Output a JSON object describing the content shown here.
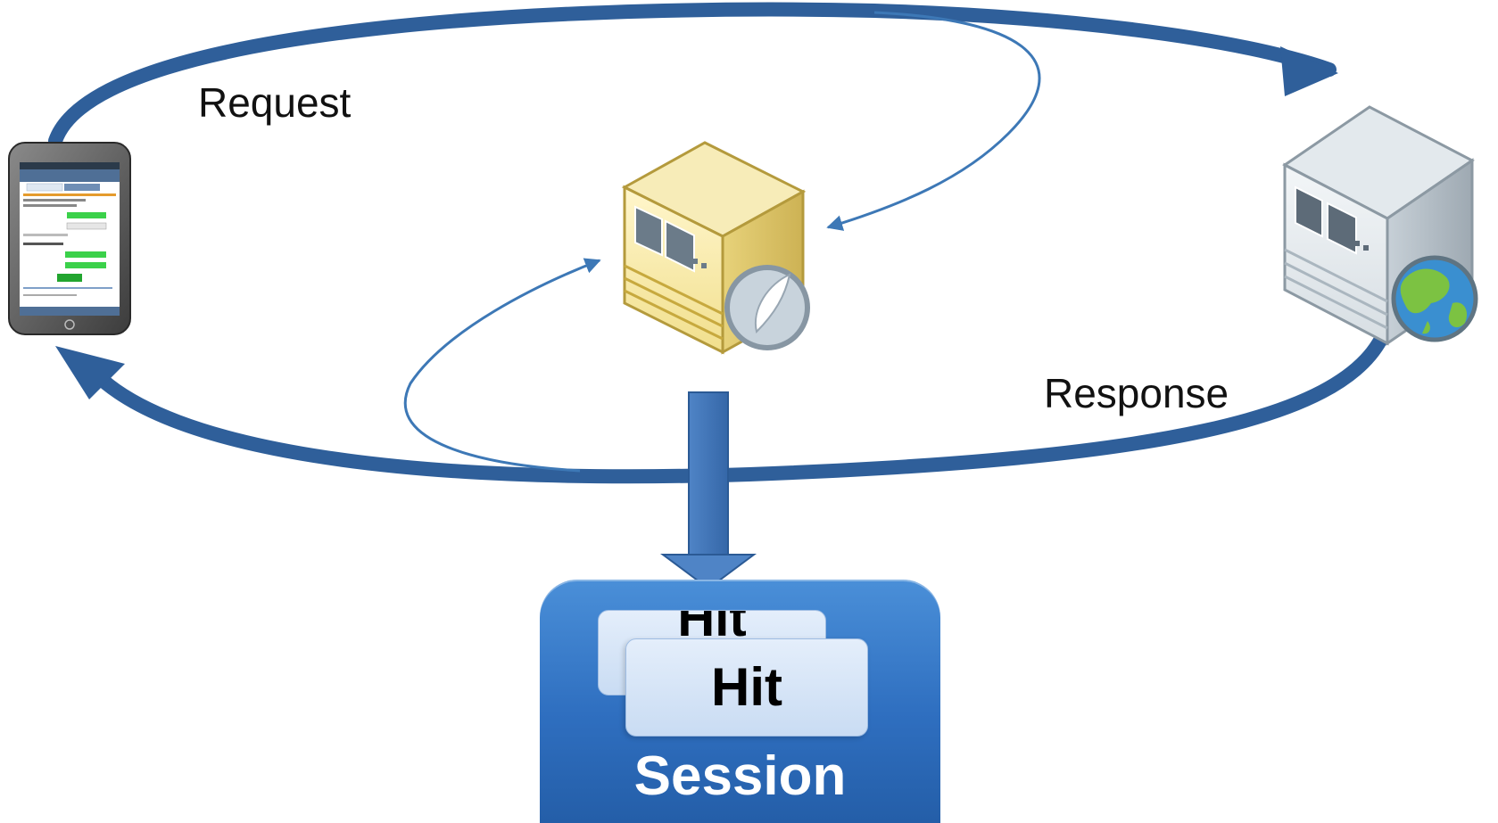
{
  "labels": {
    "request": "Request",
    "response": "Response"
  },
  "session": {
    "title": "Session",
    "hits": [
      "Hit",
      "Hit"
    ]
  },
  "nodes": {
    "client_device": "smartphone-icon",
    "proxy_server": "application-server-icon",
    "web_server": "web-server-globe-icon"
  },
  "colors": {
    "flow_arrow": "#2f5f9a",
    "thin_arrow": "#3d78b6",
    "session_blue": "#2f6fc0",
    "hit_card": "#d6e4f5"
  }
}
